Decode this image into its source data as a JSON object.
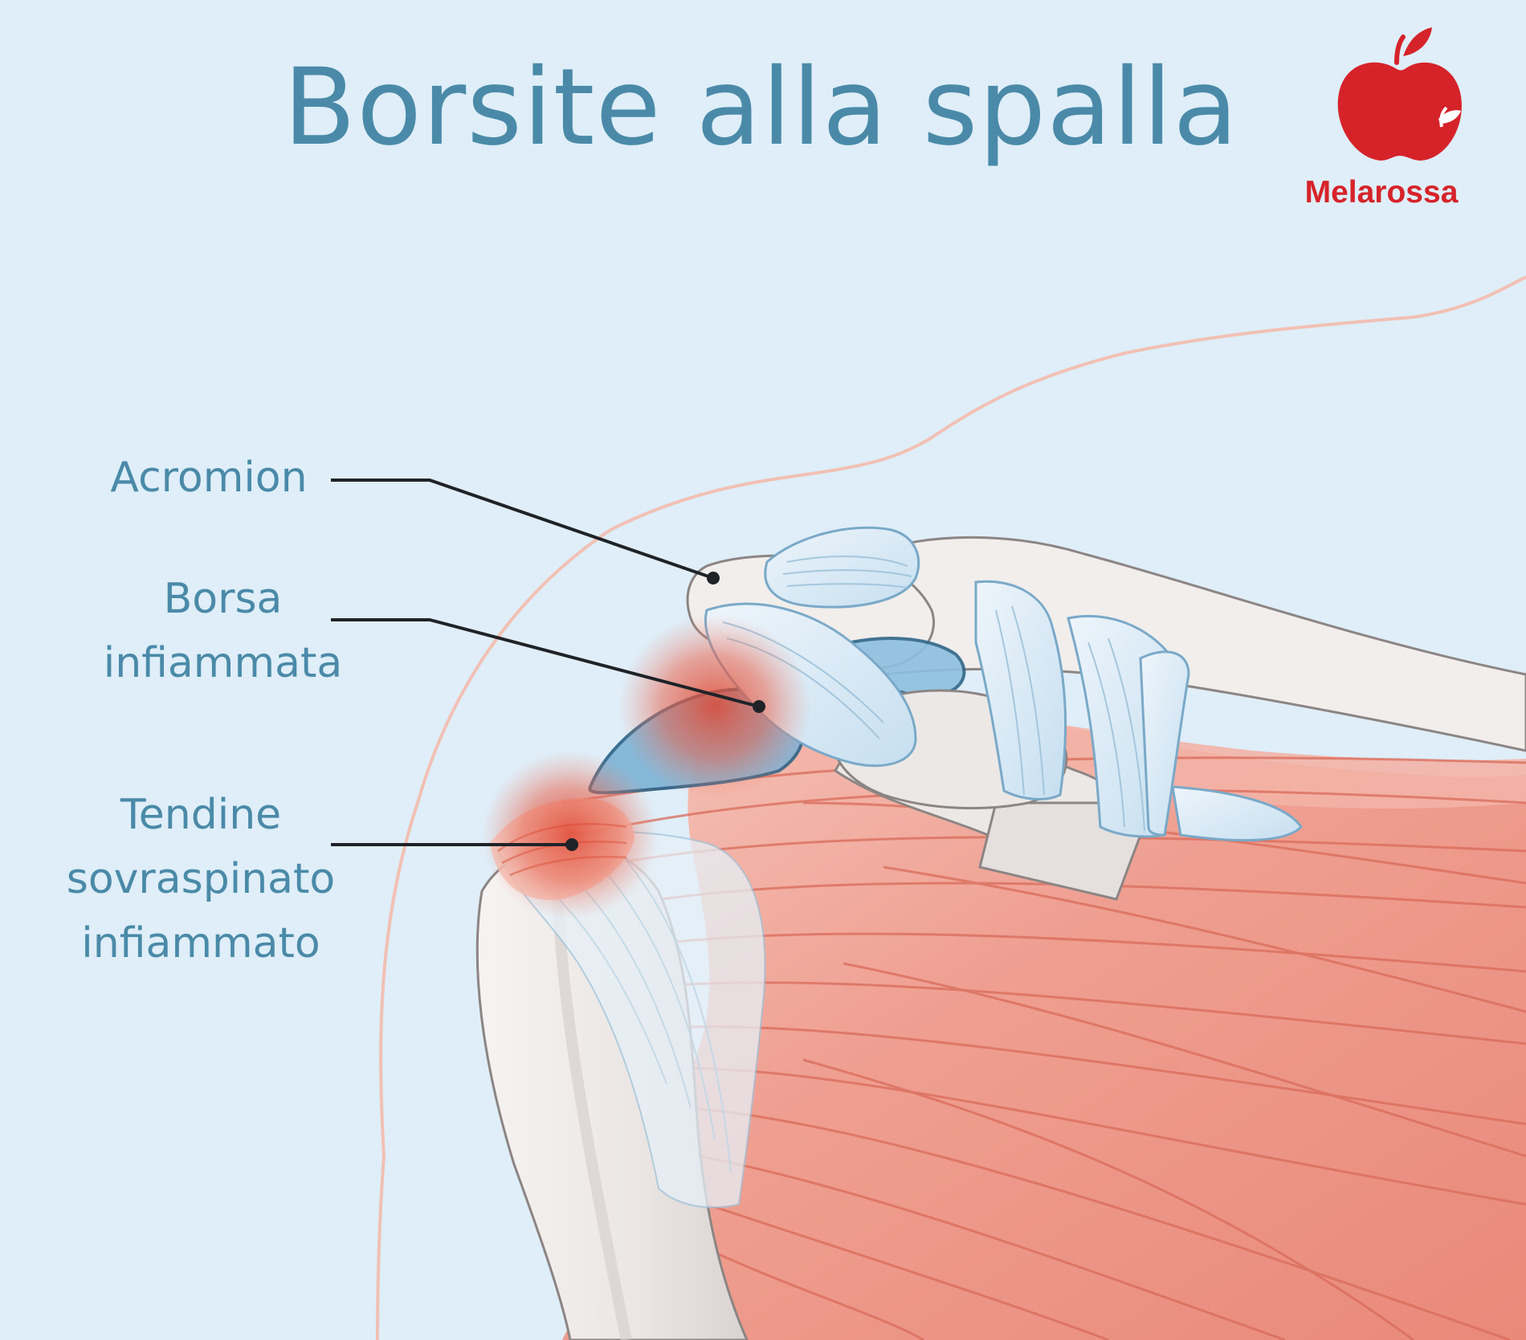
{
  "title": "Borsite alla spalla",
  "brand": {
    "name": "Melarossa",
    "logo_icon": "apple-icon",
    "color": "#d6232a"
  },
  "labels": [
    {
      "id": "acromion",
      "lines": [
        "Acromion"
      ]
    },
    {
      "id": "borsa",
      "lines": [
        "Borsa",
        "infiammata"
      ]
    },
    {
      "id": "tendine",
      "lines": [
        "Tendine",
        "sovraspinato",
        "infiammato"
      ]
    }
  ],
  "colors": {
    "background": "#dfeef8",
    "label_text": "#4a8aa8",
    "bone": "#f1eeec",
    "muscle": "#ea9a8c",
    "tendon": "#c9e1f0",
    "inflammation": "#e8553f",
    "bursa": "#7fb4d6"
  }
}
